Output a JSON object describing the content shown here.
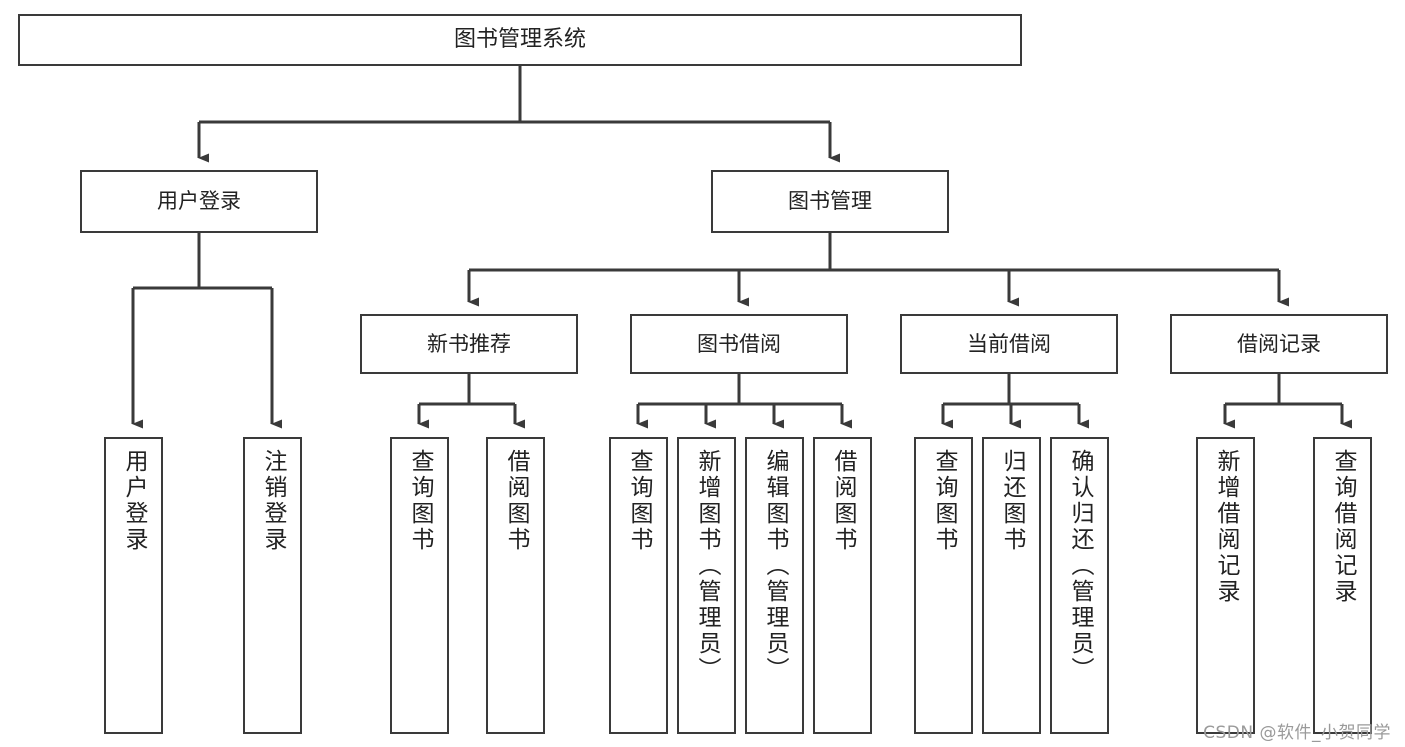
{
  "diagram": {
    "title": "图书管理系统",
    "type": "功能结构图",
    "style": {
      "box_border_color": "#3a3a3a",
      "box_fill_color": "#ffffff",
      "line_color": "#3a3a3a",
      "text_color": "#222222",
      "background": "#ffffff",
      "watermark_color": "#9a9a9a"
    },
    "watermark": "CSDN @软件_小贺同学",
    "nodes": {
      "root": {
        "label": "图书管理系统"
      },
      "level2": [
        {
          "id": "user-login",
          "label": "用户登录"
        },
        {
          "id": "book-manage",
          "label": "图书管理"
        }
      ],
      "level3": [
        {
          "id": "new-book-recommend",
          "label": "新书推荐"
        },
        {
          "id": "book-borrow",
          "label": "图书借阅"
        },
        {
          "id": "current-borrow",
          "label": "当前借阅"
        },
        {
          "id": "borrow-record",
          "label": "借阅记录"
        }
      ],
      "leaves": {
        "user_login": [
          {
            "id": "leaf-user-login",
            "label": "用户登录"
          },
          {
            "id": "leaf-logout-login",
            "label": "注销登录"
          }
        ],
        "new_book_recommend": [
          {
            "id": "leaf-query-book-1",
            "label": "查询图书"
          },
          {
            "id": "leaf-borrow-book-1",
            "label": "借阅图书"
          }
        ],
        "book_borrow": [
          {
            "id": "leaf-query-book-2",
            "label": "查询图书"
          },
          {
            "id": "leaf-add-book",
            "label": "新增图书（管理员）"
          },
          {
            "id": "leaf-edit-book",
            "label": "编辑图书（管理员）"
          },
          {
            "id": "leaf-borrow-book-2",
            "label": "借阅图书"
          }
        ],
        "current_borrow": [
          {
            "id": "leaf-query-book-3",
            "label": "查询图书"
          },
          {
            "id": "leaf-return-book",
            "label": "归还图书"
          },
          {
            "id": "leaf-confirm-return",
            "label": "确认归还（管理员）"
          }
        ],
        "borrow_record": [
          {
            "id": "leaf-add-borrow-record",
            "label": "新增借阅记录"
          },
          {
            "id": "leaf-query-borrow-record",
            "label": "查询借阅记录"
          }
        ]
      }
    }
  }
}
